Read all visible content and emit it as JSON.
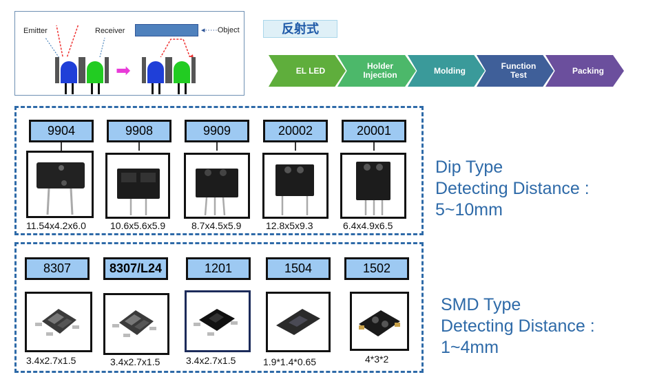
{
  "diagram": {
    "emitter_label": "Emitter",
    "receiver_label": "Receiver",
    "object_label": "Object"
  },
  "reflective_title": "反射式",
  "process": [
    {
      "label": "EL LED",
      "color": "#5fae3c"
    },
    {
      "label": "Holder Injection",
      "color": "#4cb86a"
    },
    {
      "label": "Molding",
      "color": "#3a9a9a"
    },
    {
      "label": "Function Test",
      "color": "#3f5f99"
    },
    {
      "label": "Packing",
      "color": "#6b4f9d"
    }
  ],
  "dip": {
    "type_label": "Dip Type",
    "distance_label": "Detecting Distance :",
    "distance_value": "5~10mm",
    "products": [
      {
        "model": "9904",
        "dims": "11.54x4.2x6.0"
      },
      {
        "model": "9908",
        "dims": "10.6x5.6x5.9"
      },
      {
        "model": "9909",
        "dims": "8.7x4.5x5.9"
      },
      {
        "model": "20002",
        "dims": "12.8x5x9.3"
      },
      {
        "model": "20001",
        "dims": "6.4x4.9x6.5"
      }
    ]
  },
  "smd": {
    "type_label": "SMD Type",
    "distance_label": "Detecting Distance :",
    "distance_value": "1~4mm",
    "products": [
      {
        "model": "8307",
        "dims": "3.4x2.7x1.5"
      },
      {
        "model": "8307/L24",
        "dims": "3.4x2.7x1.5"
      },
      {
        "model": "1201",
        "dims": "3.4x2.7x1.5"
      },
      {
        "model": "1504",
        "dims": "1.9*1.4*0.65"
      },
      {
        "model": "1502",
        "dims": "4*3*2"
      }
    ]
  },
  "colors": {
    "accent_blue": "#2e6aa8",
    "model_box": "#9dc9f2",
    "led_blue": "#1f3fd8",
    "led_green": "#22cc22",
    "arrow_pink": "#e83ad8"
  }
}
